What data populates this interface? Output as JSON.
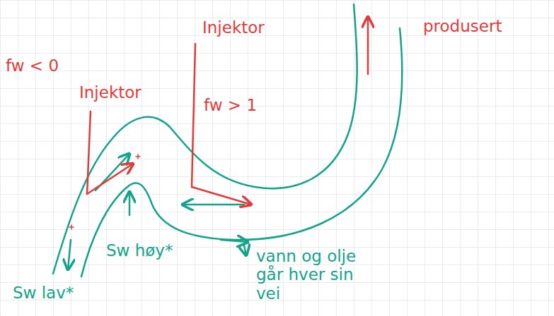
{
  "diagram": {
    "labels": [
      "Injektor",
      "produsert",
      "fw < 0",
      "Injektor",
      "fw > 1",
      "Sw høy*",
      "vann og olje går hver sin vei",
      "Sw lav*"
    ]
  }
}
